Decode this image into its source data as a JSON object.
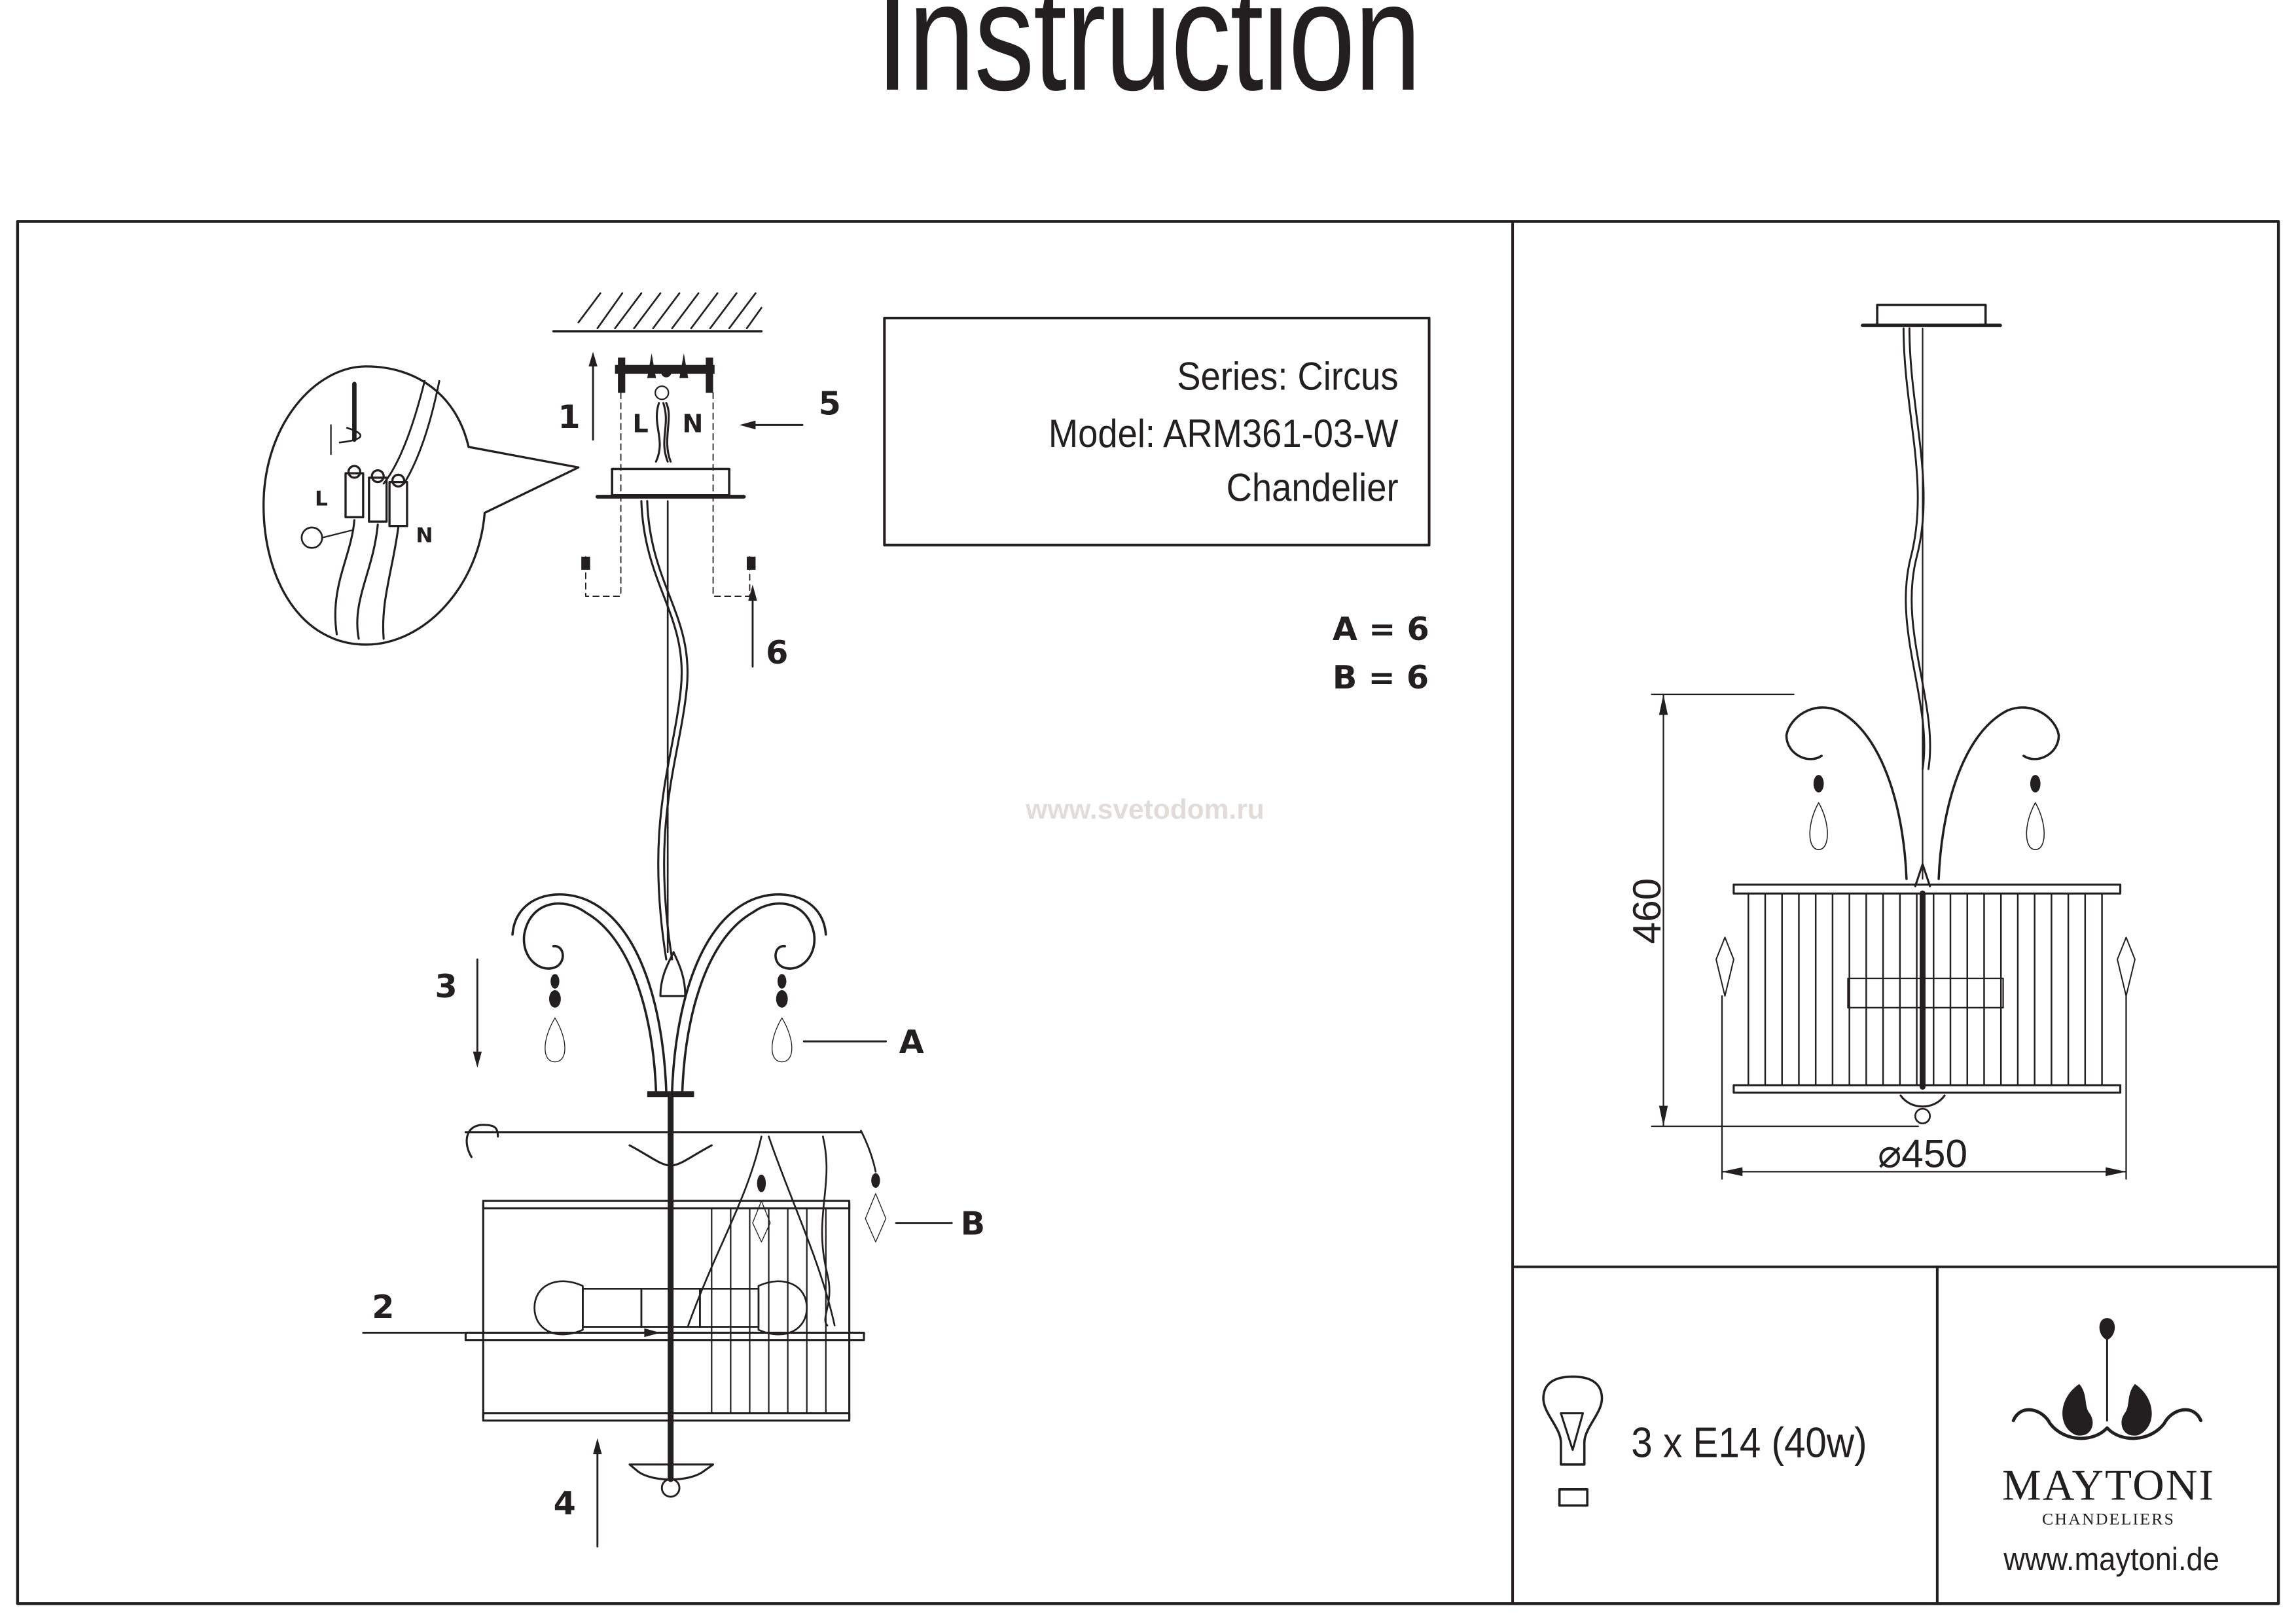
{
  "header": {
    "title": "Instruction"
  },
  "info_box": {
    "series": "Series: Circus",
    "model": "Model: ARM361-03-W",
    "type": "Chandelier"
  },
  "parts": {
    "a": "A = 6",
    "b": "B = 6"
  },
  "callouts": {
    "part_a": "A",
    "part_b": "B"
  },
  "steps": [
    "1",
    "2",
    "3",
    "4",
    "5",
    "6"
  ],
  "wiring": {
    "live": "L",
    "neutral": "N",
    "detail_live": "L",
    "detail_neutral": "N"
  },
  "watermark": "www.svetodom.ru",
  "dimensions": {
    "height": "460",
    "diameter": "⌀450"
  },
  "lamp": {
    "spec": "3 x E14 (40w)",
    "icon": "light-bulb-icon"
  },
  "brand": {
    "name": "MAYTONI",
    "tagline": "CHANDELIERS",
    "url": "www.maytoni.de",
    "logo": "chandelier-logo-icon"
  },
  "colors": {
    "ink": "#231f20",
    "watermark": "#e2dcd9",
    "paper": "#ffffff"
  }
}
